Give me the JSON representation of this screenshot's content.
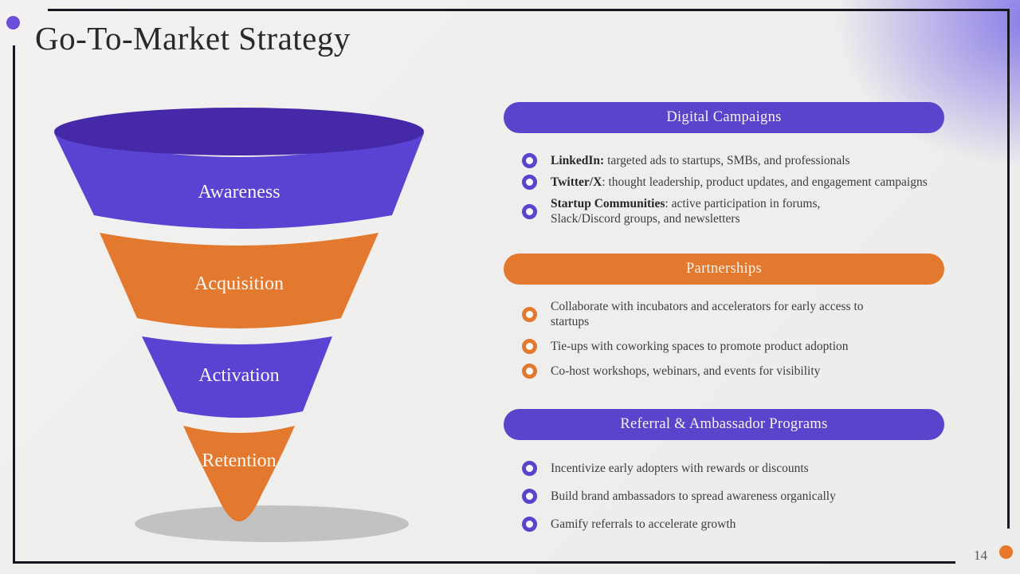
{
  "slide": {
    "title": "Go-To-Market Strategy",
    "page_number": "14"
  },
  "colors": {
    "purple": "#5B44CC",
    "orange": "#E2792F",
    "funnel_purple_body": "#5A43D2",
    "funnel_purple_top": "#4629A8",
    "funnel_orange": "#E2792F",
    "shadow_gray": "#BDBDBD",
    "frame_black": "#17171F",
    "accent_dot_purple": "#6A4FD8",
    "accent_dot_orange": "#E8772B"
  },
  "funnel": {
    "top_color": "#4629A8",
    "shadow_color": "#BDBDBD",
    "stages": [
      {
        "label": "Awareness",
        "color": "#5A43D2"
      },
      {
        "label": "Acquisition",
        "color": "#E2792F"
      },
      {
        "label": "Activation",
        "color": "#5A43D2"
      },
      {
        "label": "Retention",
        "color": "#E2792F"
      }
    ]
  },
  "sections": [
    {
      "title": "Digital Campaigns",
      "accent": "#5B44CC",
      "bullets": [
        {
          "lead": "LinkedIn:",
          "text": " targeted ads to startups, SMBs, and professionals"
        },
        {
          "lead": "Twitter/X",
          "text": ": thought leadership, product updates, and engagement campaigns"
        },
        {
          "lead": "Startup Communities",
          "text": ": active participation in forums, Slack/Discord groups, and newsletters"
        }
      ]
    },
    {
      "title": "Partnerships",
      "accent": "#E2792F",
      "bullets": [
        {
          "lead": "",
          "text": "Collaborate with incubators and accelerators for early access to startups"
        },
        {
          "lead": "",
          "text": "Tie-ups with coworking spaces to promote product adoption"
        },
        {
          "lead": "",
          "text": "Co-host workshops, webinars, and events for visibility"
        }
      ]
    },
    {
      "title": "Referral & Ambassador Programs",
      "accent": "#5B44CC",
      "bullets": [
        {
          "lead": "",
          "text": "Incentivize early adopters with rewards or discounts"
        },
        {
          "lead": "",
          "text": "Build brand ambassadors to spread awareness organically"
        },
        {
          "lead": "",
          "text": "Gamify referrals to accelerate growth"
        }
      ]
    }
  ]
}
